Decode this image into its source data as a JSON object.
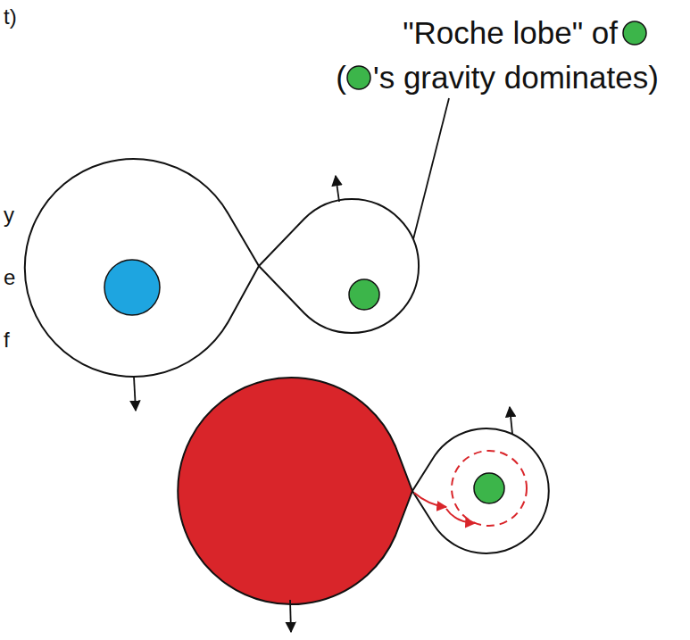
{
  "diagram": {
    "labels": [
      "\"Roche lobe\" of",
      "(",
      "'s gravity dominates)",
      "t)",
      "y",
      "e",
      "f"
    ]
  }
}
